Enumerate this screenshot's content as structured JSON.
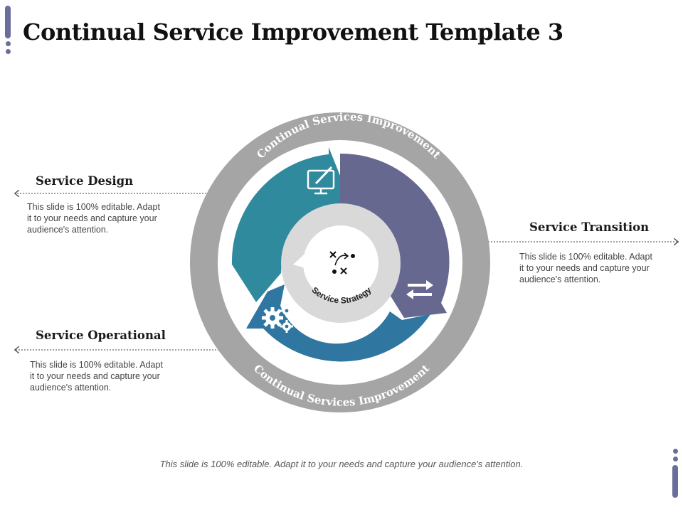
{
  "title": "Continual Service Improvement Template 3",
  "ring_text": {
    "top": "Continual Services Improvement",
    "bottom": "Continual Services Improvement"
  },
  "center_label": "Service Strategy",
  "sections": {
    "design": {
      "heading": "Service Design",
      "lines": [
        "This slide is 100% editable. Adapt",
        "it to your needs and capture your",
        "audience's attention."
      ]
    },
    "transition": {
      "heading": "Service Transition",
      "lines": [
        "This slide is 100% editable. Adapt",
        "it to your needs and capture your",
        "audience's attention."
      ]
    },
    "operational": {
      "heading": "Service Operational",
      "lines": [
        "This slide is 100% editable. Adapt",
        "it to your needs and capture your",
        "audience's attention."
      ]
    }
  },
  "footer": "This slide is 100% editable.  Adapt it to your needs and capture your audience's attention.",
  "colors": {
    "ring": "#a5a5a5",
    "design_arrow": "#2f8a9d",
    "transition_arrow": "#67688f",
    "operational_arrow": "#2f76a0",
    "center": "#d9d9d9",
    "accent_deco": "#6b6e9a"
  },
  "icons": {
    "design": "monitor-pen-icon",
    "transition": "swap-arrows-icon",
    "operational": "gears-icon",
    "center": "strategy-play-icon"
  }
}
